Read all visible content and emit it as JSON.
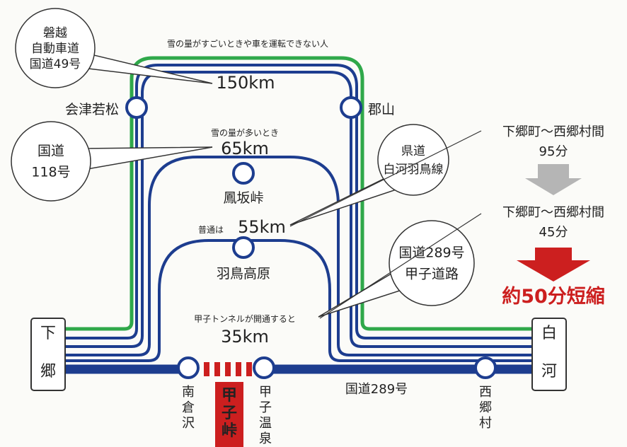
{
  "labels": {
    "caption_top": "雪の量がすごいときや車を運転できない人",
    "route_150": "150km",
    "caption_65": "雪の量が多いとき",
    "route_65": "65km",
    "caption_55": "普通は",
    "route_55": "55km",
    "caption_35": "甲子トンネルが開通すると",
    "route_35": "35km",
    "road_bottom": "国道289号"
  },
  "stations": {
    "aizu": "会津若松",
    "koriyama": "郡山",
    "oosaka": "鳳坂峠",
    "hashima": "羽鳥高原",
    "minamikura": "南倉沢",
    "onsen": "甲子温泉",
    "nishigo": "西郷村"
  },
  "terminals": {
    "left": "下郷",
    "right": "白河"
  },
  "tunnel_label": "甲子峠",
  "bubbles": {
    "b1": [
      "磐越",
      "自動車道",
      "国道49号"
    ],
    "b2": [
      "国道",
      "118号"
    ],
    "b3": [
      "県道",
      "白河羽鳥線"
    ],
    "b4": [
      "国道289号",
      "甲子道路"
    ]
  },
  "comparison": {
    "before_label": "下郷町～西郷村間",
    "before_time": "95分",
    "after_label": "下郷町～西郷村間",
    "after_time": "45分",
    "result": "約50分短縮"
  },
  "colors": {
    "green": "#2fa84a",
    "navy": "#1d3d8f",
    "red": "#cc1f1f",
    "gray": "#b5b5b5"
  }
}
